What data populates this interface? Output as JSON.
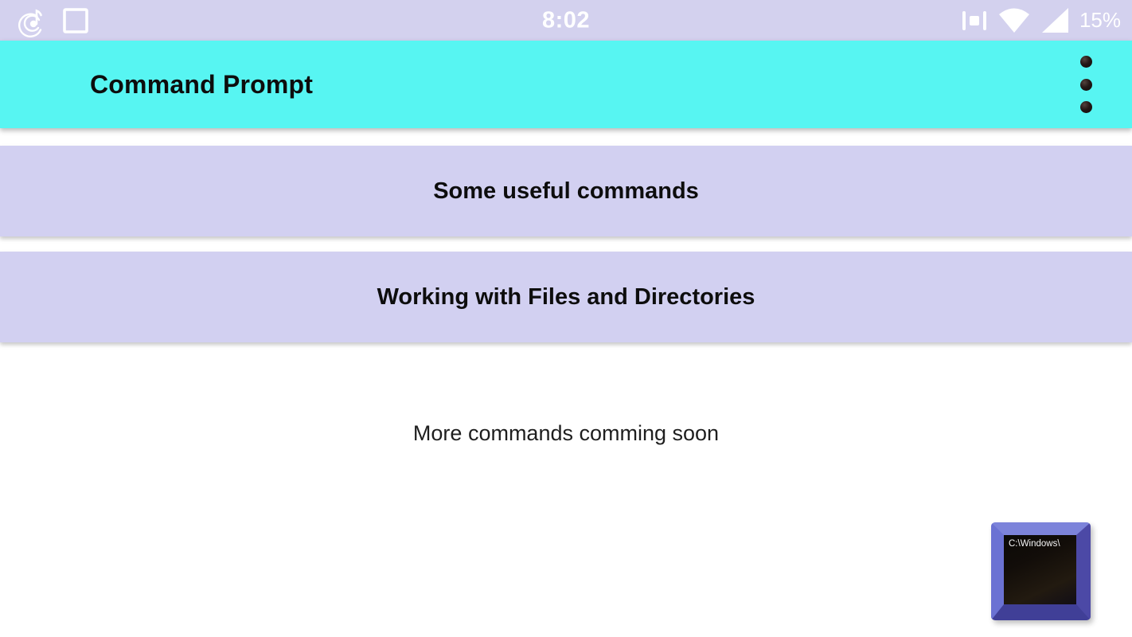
{
  "colors": {
    "status_bar_bg": "#d3d1ee",
    "app_bar_bg": "#57f5f2",
    "button_bg": "#d2d0f1",
    "page_bg": "#ffffff",
    "text_dark": "#0d0d0d",
    "status_icon_white": "#ffffff",
    "app_icon_frame_blue": "#5b63c7",
    "app_icon_screen_dark": "#14100c"
  },
  "status_bar": {
    "time": "8:02",
    "battery_percent": "15%",
    "left_icons": [
      "music-note-icon",
      "square-outline-icon"
    ],
    "right_icons": [
      "vibrate-icon",
      "wifi-icon",
      "cellular-signal-icon"
    ]
  },
  "app_bar": {
    "title": "Command Prompt",
    "overflow_icon": "three-dot-overflow-menu"
  },
  "menu_buttons": [
    {
      "label": "Some useful commands"
    },
    {
      "label": "Working with Files and Directories"
    }
  ],
  "content": {
    "coming_soon": "More commands comming soon"
  },
  "app_icon": {
    "screen_text": "C:\\Windows\\"
  }
}
